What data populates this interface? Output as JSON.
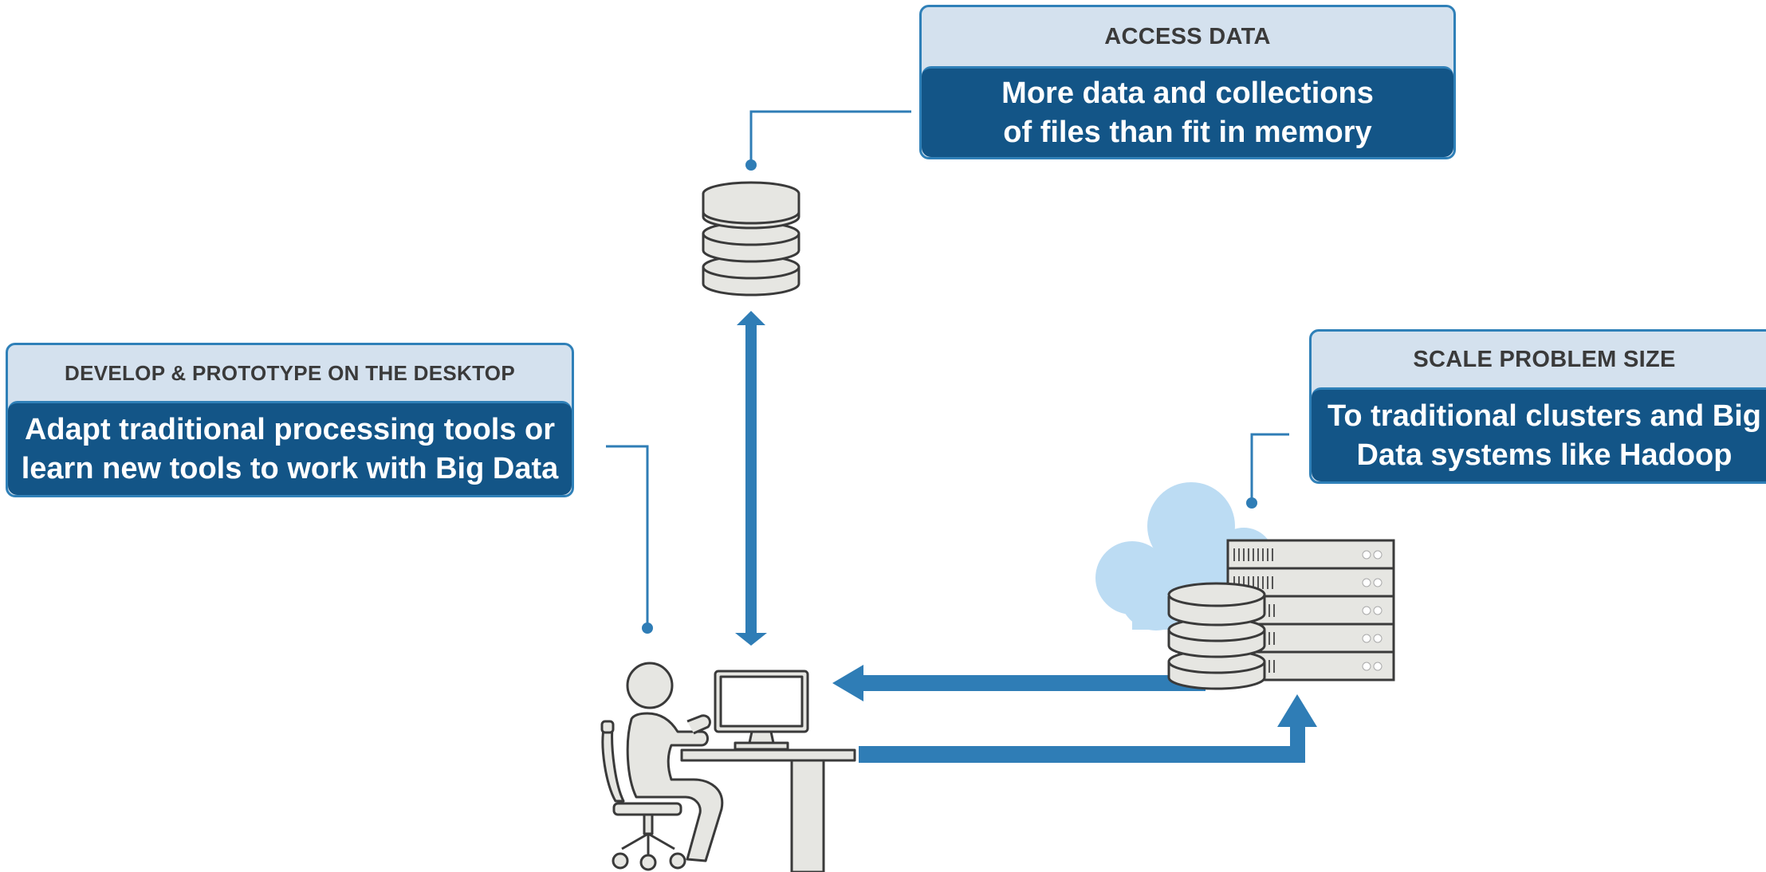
{
  "callouts": {
    "access": {
      "header": "ACCESS DATA",
      "line1": "More data and collections",
      "line2": "of files than fit in memory"
    },
    "develop": {
      "header": "DEVELOP & PROTOTYPE ON THE DESKTOP",
      "line1": "Adapt traditional processing tools or",
      "line2": "learn new tools to work with Big Data"
    },
    "scale": {
      "header": "SCALE PROBLEM SIZE",
      "line1": "To traditional clusters and Big",
      "line2": "Data systems like Hadoop"
    }
  },
  "icons": {
    "database": "database-icon",
    "person": "person-at-desk-icon",
    "cloud": "cloud-icon",
    "server": "server-rack-icon"
  },
  "colors": {
    "arrow": "#2f7db6",
    "header_bg": "#d4e1ee",
    "body_bg": "#135587",
    "border": "#2f80b8",
    "icon_fill": "#e6e6e2",
    "icon_stroke": "#3a3a3a",
    "cloud": "#bcdcf3"
  }
}
